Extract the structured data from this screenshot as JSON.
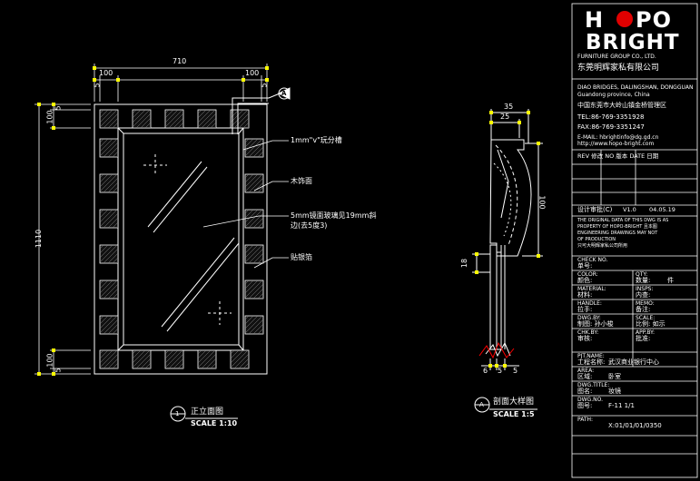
{
  "logo": {
    "line1_left": "H",
    "line1_right": "PO",
    "line2": "BRIGHT",
    "subtitle": "FURNITURE GROUP CO., LTD.",
    "company_cn": "东莞明辉家私有限公司"
  },
  "address": {
    "en1": "DIAO BRIDGES, DALINGSHAN, DONGGUAN",
    "en2": "Guandong province, China",
    "cn": "中国东莞市大岭山镇金桥管理区",
    "tel": "TEL:86-769-3351928",
    "fax": "FAX:86-769-3351247",
    "email": "E-MAIL: hbrightinfo@dg.gd.cn",
    "web": "http://www.hopo-bright.com"
  },
  "revision_header": "REV 修改  NO 版本  DATE 日期",
  "drafted": {
    "label": "设计审批(C)",
    "version": "V1.0",
    "date": "04.05.19"
  },
  "notes": [
    "THE ORIGINAL DATA OF THIS DWG IS AS",
    "PROPERTY OF HOPO-BRIGHT 且本图",
    "ENGINEERING DRAWINGS MAY NOT",
    "OF PRODUCTION",
    "只可大明辉家私公司所用"
  ],
  "title_block": [
    {
      "en": "CHECK NO.",
      "cn": "单号:",
      "val_label": "",
      "val": ""
    },
    {
      "en": "COLOR:",
      "cn": "颜色:",
      "val_label": "QTY:",
      "val2_label": "数量:",
      "val": "件"
    },
    {
      "en": "MATERIAL:",
      "cn": "材料:",
      "val_label": "INSPS:",
      "val2_label": "",
      "val": "内查:"
    },
    {
      "en": "HANDLE:",
      "cn": "拉手:",
      "val_label": "MEMO:",
      "val2_label": "",
      "val": "备注:"
    },
    {
      "en": "DWG.BY:",
      "cn": "制图: 孙小梭",
      "val_label": "SCALE:",
      "val2_label": "",
      "val": "比例: 如示"
    },
    {
      "en": "CHK.BY:",
      "cn": "审核:",
      "val_label": "APP.BY:",
      "val2_label": "",
      "val": "批准:"
    },
    {
      "en": "PJT.NAME:",
      "cn": "工程名称:",
      "val_label": "",
      "val2_label": "",
      "val": "武汉商业银行中心"
    },
    {
      "en": "AREA:",
      "cn": "区域:",
      "val_label": "",
      "val2_label": "",
      "val": "卧室"
    },
    {
      "en": "DWG.TITLE:",
      "cn": "图名:",
      "val_label": "",
      "val2_label": "",
      "val": "妆镜"
    },
    {
      "en": "DWG.NO.",
      "cn": "图号:",
      "val_label": "",
      "val2_label": "",
      "val": "F-11     1/1"
    },
    {
      "en": "PATH:",
      "cn": "",
      "val_label": "",
      "val2_label": "",
      "val": "X:01/01/01/0350"
    }
  ],
  "front_view": {
    "width_dim": "710",
    "height_dim": "1110",
    "left_100": "100",
    "right_100": "100",
    "left_5": "5",
    "right_5": "5",
    "top_100": "100",
    "top_5": "5",
    "bottom_100": "100",
    "bottom_5": "5",
    "section_marker": "A",
    "callout1": "1mm\"v\"玩分槽",
    "callout2": "木饰面",
    "callout3": "5mm镜面玻璃见19mm斜",
    "callout3b": "边(去5度3)",
    "callout4": "贴银箔",
    "view_title": "正立面图",
    "view_number": "1",
    "scale": "SCALE 1:10"
  },
  "section_view": {
    "top_35": "35",
    "top_25": "25",
    "side_100": "100",
    "side_18": "18",
    "bottom_6": "6",
    "bottom_5a": "5",
    "bottom_5b": "5",
    "view_title": "剖面大样图",
    "view_number": "A",
    "scale": "SCALE 1:5"
  },
  "colors": {
    "background": "#000000",
    "line": "#ffffff",
    "dimension": "#ffff00",
    "section_red": "#ff0000",
    "logo_red": "#e00000"
  }
}
